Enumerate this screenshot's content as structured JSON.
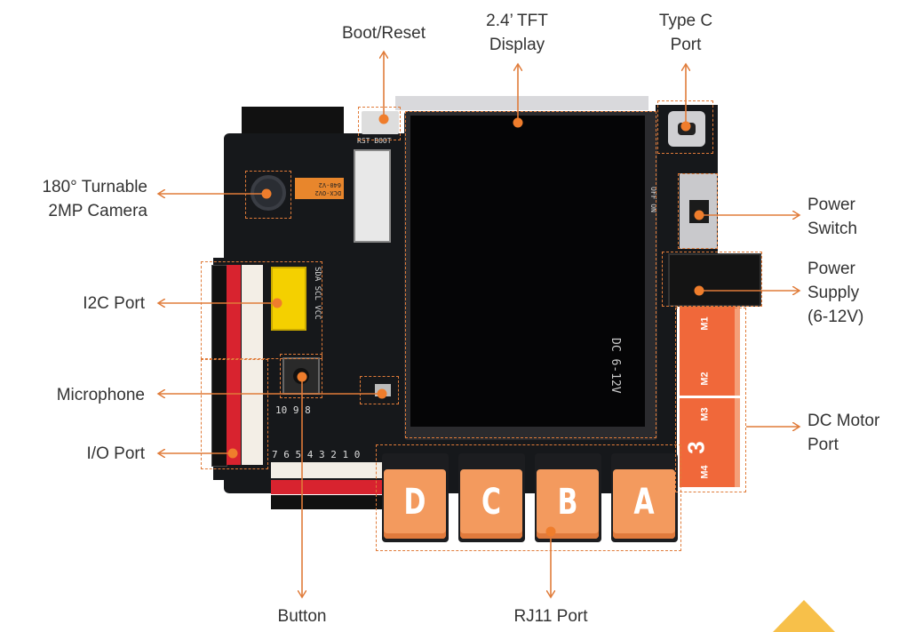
{
  "labels": {
    "boot_reset": "Boot/Reset",
    "tft_line1": "2.4’ TFT",
    "tft_line2": "Display",
    "typec_line1": "Type C",
    "typec_line2": "Port",
    "camera_line1": "180° Turnable",
    "camera_line2": "2MP Camera",
    "power_switch_line1": "Power",
    "power_switch_line2": "Switch",
    "power_supply_line1": "Power",
    "power_supply_line2": "Supply",
    "power_supply_line3": "(6-12V)",
    "i2c_port": "I2C Port",
    "microphone": "Microphone",
    "io_port": "I/O Port",
    "dc_motor_line1": "DC Motor",
    "dc_motor_line2": "Port",
    "button": "Button",
    "rj11_port": "RJ11 Port"
  },
  "board": {
    "keys": [
      "D",
      "C",
      "B",
      "A"
    ],
    "motor_ports": [
      "M1",
      "M2",
      "M3",
      "M4"
    ],
    "silkscreen": {
      "i2c": "SDA SCL VCC",
      "io_numbers": "10  9  8",
      "bottom_numbers": "7  6  5  4  3  2  1  0",
      "dc_label": "DC 6-12V",
      "camera_module": "DCX-OV2 640-V2",
      "boot_rst": "RST BOOT",
      "switch": "OFF ON",
      "motor_big": "3"
    }
  },
  "colors": {
    "accent": "#ef7d2c",
    "board": "#16181b",
    "key": "#f39a5e",
    "motor": "#f0683a",
    "header_red": "#d8232f",
    "header_yellow": "#f4d000"
  }
}
